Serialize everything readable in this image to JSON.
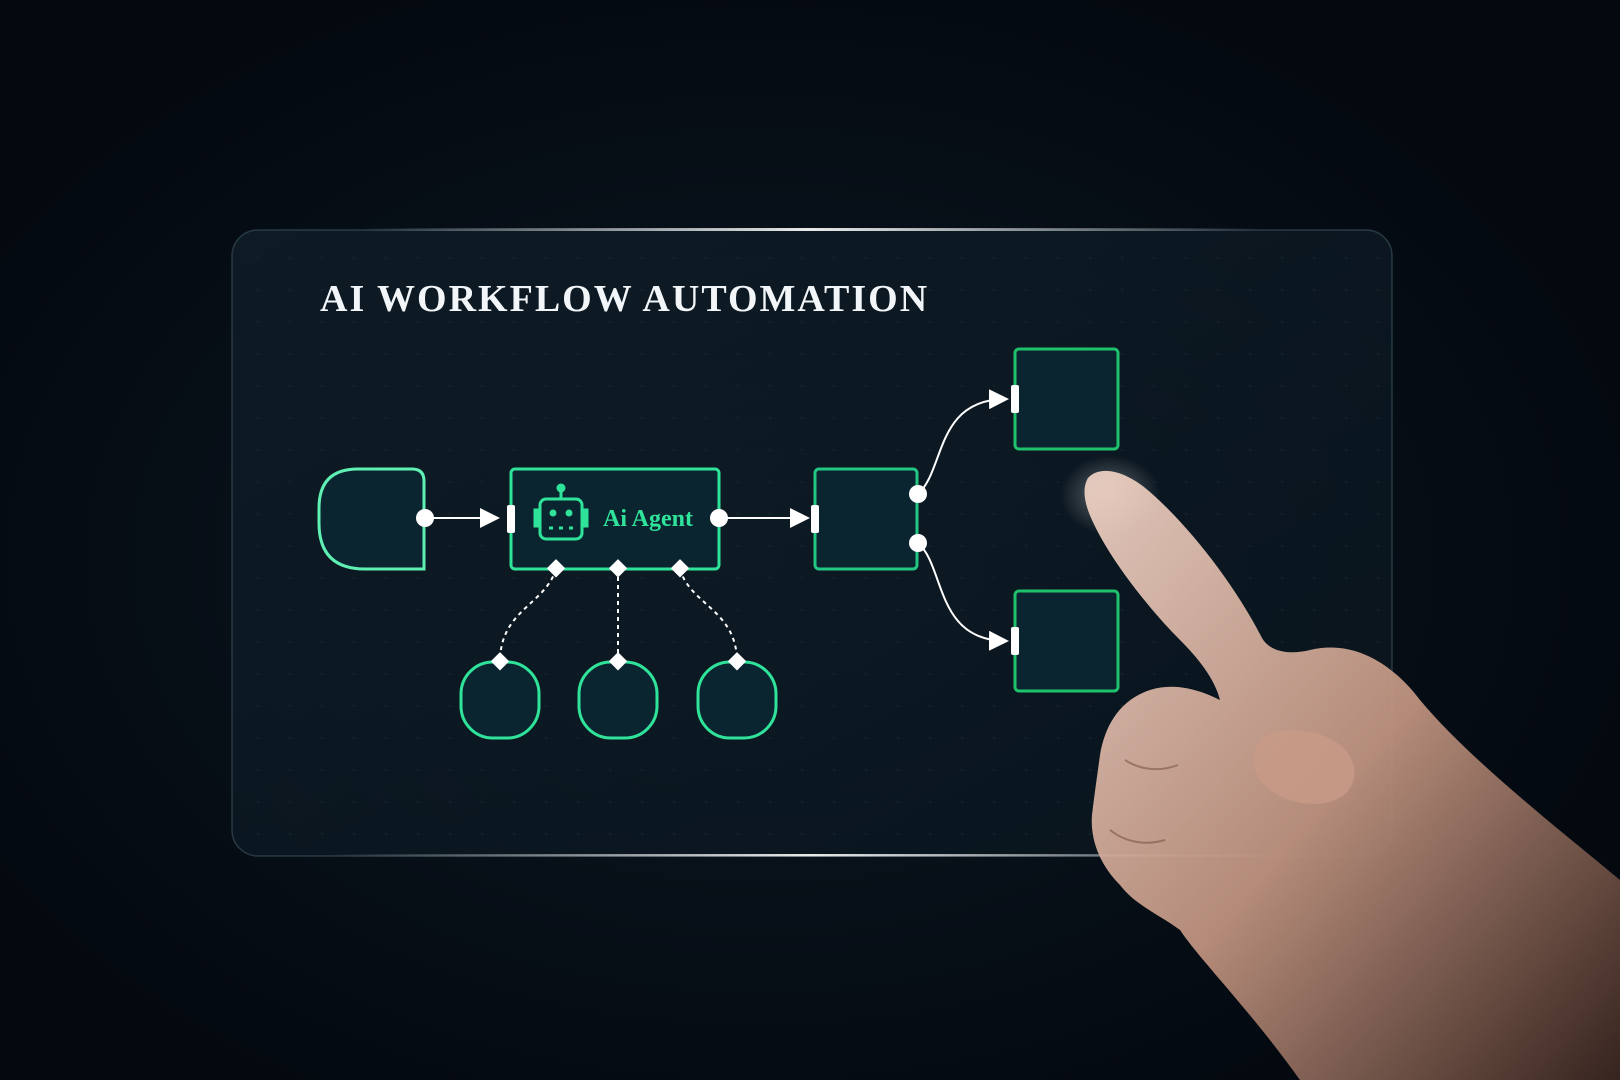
{
  "panel": {
    "title": "AI WORKFLOW AUTOMATION"
  },
  "nodes": {
    "agent": {
      "label": "Ai Agent",
      "icon": "robot-icon"
    }
  },
  "colors": {
    "background": "#050b12",
    "node_fill": "#0b2530",
    "accent_green": "#2fe39a",
    "connector_white": "#ffffff",
    "title_white": "#f2f6f8"
  },
  "scene": {
    "hand": "pointing-hand"
  }
}
